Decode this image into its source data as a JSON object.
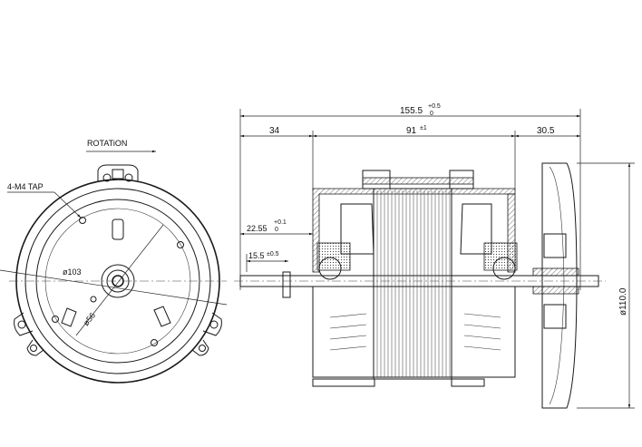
{
  "front_view": {
    "rotation_label": "ROTATiON",
    "tap_label": "4-M4 TAP",
    "dia_outer": "ø103",
    "dia_inner": "ø56"
  },
  "side_view": {
    "overall_length": "155.5",
    "overall_tol_upper": "+0.5",
    "overall_tol_lower": "0",
    "left_offset": "34",
    "stack_length": "91",
    "stack_tol": "±1",
    "right_offset": "30.5",
    "shaft_dim": "22.55",
    "shaft_tol_upper": "+0.1",
    "shaft_tol_lower": "0",
    "flat_dim": "15.5",
    "flat_tol": "±0.5",
    "fan_diameter": "ø110.0"
  }
}
